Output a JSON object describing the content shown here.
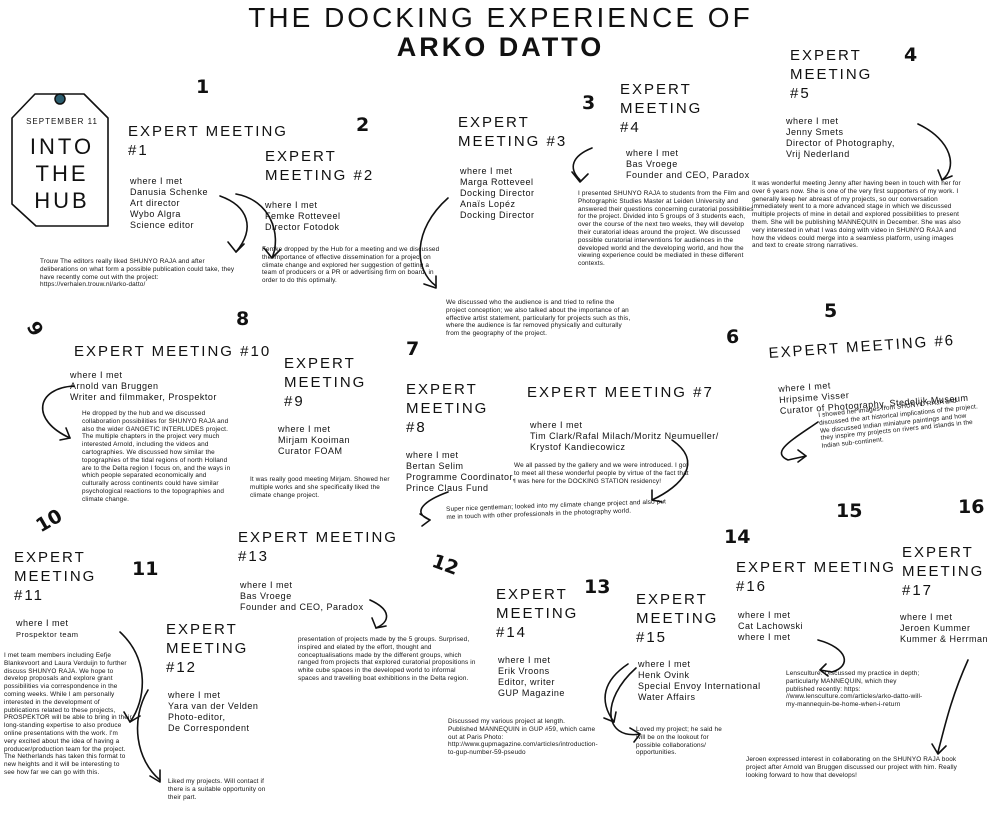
{
  "title": {
    "line1": "THE DOCKING EXPERIENCE OF",
    "line2": "ARKO DATTO"
  },
  "tag": {
    "date": "SEPTEMBER 11",
    "lines": [
      "INTO",
      "THE",
      "HUB"
    ]
  },
  "common": {
    "where_i_met": "where I met"
  },
  "meetings": {
    "m1": {
      "number": "1",
      "heading": [
        "EXPERT MEETING",
        "#1"
      ],
      "people": [
        "Danusia Schenke",
        "Art director",
        "Wybo Algra",
        "Science editor"
      ],
      "body": "Trouw The editors really liked SHUNYO RAJA and after deliberations on what form a possible publication could take, they have recently come out with the project: https://verhalen.trouw.nl/arko-datto/"
    },
    "m2": {
      "number": "2",
      "heading": [
        "EXPERT",
        "MEETING #2"
      ],
      "people": [
        "Femke Rotteveel",
        "Director Fotodok"
      ],
      "body": "Femke dropped by the Hub for a meeting and we discussed the importance of effective dissemination for a project on climate change and explored her suggestion of getting a team of producers or a PR or advertising firm on board, in order to do this optimally."
    },
    "m3": {
      "number": "",
      "heading": [
        "EXPERT",
        "MEETING #3"
      ],
      "people": [
        "Marga Rotteveel",
        "Docking Director",
        "Anaïs Lopéz",
        "Docking Director"
      ],
      "body": "We discussed who the audience is and tried to refine the project conception; we also talked about the importance of an effective artist statement, particularly for projects such as this, where the audience is far removed physically and culturally from the geography of the project."
    },
    "m4": {
      "number": "3",
      "heading": [
        "EXPERT",
        "MEETING",
        "#4"
      ],
      "people": [
        "Bas Vroege",
        "Founder and CEO, Paradox"
      ],
      "body": "I presented SHUNYO RAJA to students from the Film and Photographic Studies Master at Leiden University and answered their questions concerning curatorial possibilities for the project. Divided into 5 groups of 3 students each, over the course of the next two weeks, they will develop their curatorial ideas around the project. We discussed possible curatorial interventions for audiences in the developed world and the developing world, and how the viewing experience could be mediated in these different contexts."
    },
    "m5": {
      "number": "4",
      "heading": [
        "EXPERT",
        "MEETING",
        "#5"
      ],
      "people": [
        "Jenny Smets",
        "Director of Photography,",
        "Vrij Nederland"
      ],
      "body": "It was wonderful meeting Jenny after having been in touch with her for over 6 years now. She is one of the very first supporters of my work. I generally keep her abreast of my projects, so our conversation immediately went to a more advanced stage in which we discussed multiple projects of mine in detail and explored possibilities to present them. She will be publishing MANNEQUIN in December. She was also very interested in what I was doing with video in SHUNYO RAJA and how the videos could merge into a seamless platform, using images and text to create strong narratives."
    },
    "m6": {
      "number": "5",
      "heading": [
        "EXPERT MEETING #6"
      ],
      "people": [
        "Hripsime Visser",
        "Curator of Photography, Stedelijk Museum"
      ],
      "body": "I showed her images from SHUNYO RAJA and discussed the art historical implications of the project. We discussed Indian miniature paintings and how they inspire my projects on rivers and islands in the Indian sub-continent."
    },
    "m7": {
      "number": "6",
      "heading": [
        "EXPERT MEETING #7"
      ],
      "people": [
        "Tim Clark/Rafal Milach/Moritz Neumueller/",
        "Krystof Kandiecowicz"
      ],
      "body": "We all passed by the gallery and we were introduced. I got to meet all these wonderful people by virtue of the fact that I was here for the DOCKING STATION residency!"
    },
    "m8": {
      "number": "7",
      "heading": [
        "EXPERT",
        "MEETING",
        "#8"
      ],
      "people": [
        "Bertan Selim",
        "Programme Coordinator,",
        "Prince Claus Fund"
      ],
      "body": "Super nice gentleman; looked into my climate change project and also put me in touch with other professionals in the photography world."
    },
    "m9": {
      "number": "8",
      "heading": [
        "EXPERT",
        "MEETING",
        "#9"
      ],
      "people": [
        "Mirjam Kooiman",
        "Curator FOAM"
      ],
      "body": "It was really good meeting Mirjam. Showed her multiple works and she specifically liked the climate change project."
    },
    "m10": {
      "number": "9",
      "heading": [
        "EXPERT MEETING #10"
      ],
      "people": [
        "Arnold van Bruggen",
        "Writer and filmmaker, Prospektor"
      ],
      "body": "He dropped by the hub and we discussed collaboration possibilities for SHUNYO RAJA and also the wider GANGETIC INTERLUDES project. The multiple chapters in the project very much interested Arnold, including the videos and cartographies. We discussed how similar the topographies of the tidal regions of north Holland are to the Delta region I focus on, and the ways in which people separated economically and culturally across continents could have similar psychological reactions to the topographies and climate change."
    },
    "m11": {
      "number": "10",
      "heading": [
        "EXPERT",
        "MEETING",
        "#11"
      ],
      "people": [
        "Prospektor team"
      ],
      "body": "I met team members including Eefje Blankevoort and Laura Verduijn to further discuss SHUNYO RAJA. We hope to develop proposals and explore grant possibilities via correspondence in the coming weeks. While I am personally interested in the development of publications related to these projects, PROSPEKTOR will be able to bring in their long-standing expertise to also produce online presentations with the work. I'm very excited about the idea of having a producer/production team for the project. The Netherlands has taken this format to new heights and it will be interesting to see how far we can go with this."
    },
    "m12": {
      "number": "11",
      "heading": [
        "EXPERT",
        "MEETING",
        "#12"
      ],
      "people": [
        "Yara van der Velden",
        "Photo-editor,",
        "De Correspondent"
      ],
      "body": "Liked my projects. Will contact if there is a suitable opportunity on their part."
    },
    "m13": {
      "number": "",
      "heading": [
        "EXPERT MEETING",
        "#13"
      ],
      "people": [
        "Bas Vroege",
        "Founder and CEO, Paradox"
      ],
      "body": "presentation of projects made by the 5 groups. Surprised, inspired and elated by the effort, thought and conceptualisations made by the different groups, which ranged from projects that explored curatorial propositions in white cube spaces in the developed world to informal spaces and travelling boat exhibitions in the Delta region."
    },
    "m14": {
      "number": "12",
      "heading": [
        "EXPERT",
        "MEETING",
        "#14"
      ],
      "people": [
        "Erik Vroons",
        "Editor, writer",
        "GUP Magazine"
      ],
      "body": "Discussed my various project at length. Published MANNEQUIN in GUP #59, which came out at Paris Photo: http://www.gupmagazine.com/articles/introduction-to-gup-number-59-pseudo"
    },
    "m15": {
      "number": "13",
      "heading": [
        "EXPERT",
        "MEETING",
        "#15"
      ],
      "people": [
        "Henk Ovink",
        "Special Envoy International",
        "Water Affairs"
      ],
      "body": "Loved my project; he said he will be on the lookout for possible collaborations/ opportunities."
    },
    "m16": {
      "number": "14",
      "heading": [
        "EXPERT MEETING",
        "#16"
      ],
      "people": [
        "Cat Lachowski",
        "where I met"
      ],
      "body": "Lensculture: Discussed my practice in depth; particularly MANNEQUIN, which they published recently: https: //www.lensculture.com/articles/arko-datto-will-my-mannequin-be-home-when-i-return"
    },
    "m17": {
      "number": "16",
      "heading": [
        "EXPERT",
        "MEETING",
        "#17"
      ],
      "people": [
        "Jeroen Kummer",
        "Kummer & Herrman"
      ],
      "body": "Jeroen expressed interest in collaborating on the SHUNYO RAJA book project after Arnold van Bruggen discussed our project with him. Really looking forward to how that develops!"
    }
  },
  "extra_numbers": {
    "fifteen": "15"
  }
}
